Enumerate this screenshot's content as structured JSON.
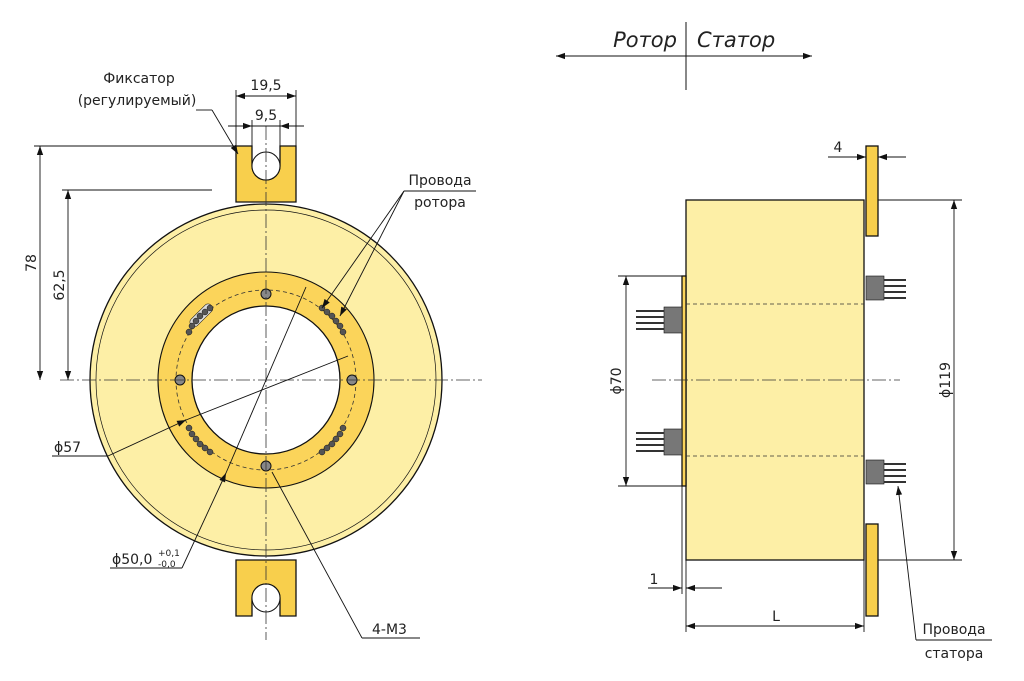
{
  "header": {
    "rotor": "Ротор",
    "stator": "Статор"
  },
  "front_view": {
    "fixator_line1": "Фиксатор",
    "fixator_line2": "(регулируемый)",
    "dim_top_outer": "19,5",
    "dim_top_inner": "9,5",
    "dim_height_total": "78",
    "dim_height_center": "62,5",
    "rotor_wires_line1": "Провода",
    "rotor_wires_line2": "ротора",
    "dia_inner_ring": "ϕ57",
    "dia_bore_base": "ϕ50,0",
    "dia_bore_tol_upper": "+0,1",
    "dia_bore_tol_lower": "-0,0",
    "holes": "4-M3"
  },
  "side_view": {
    "dim_flange": "4",
    "dia_rotor": "ϕ70",
    "dia_body": "ϕ119",
    "dim_offset": "1",
    "dim_length": "L",
    "stator_wires_line1": "Провода",
    "stator_wires_line2": "статора"
  },
  "colors": {
    "body_fill": "#fdefa6",
    "ring_fill": "#fbd45a",
    "tab_fill": "#f8cf4c",
    "line": "#111111"
  }
}
